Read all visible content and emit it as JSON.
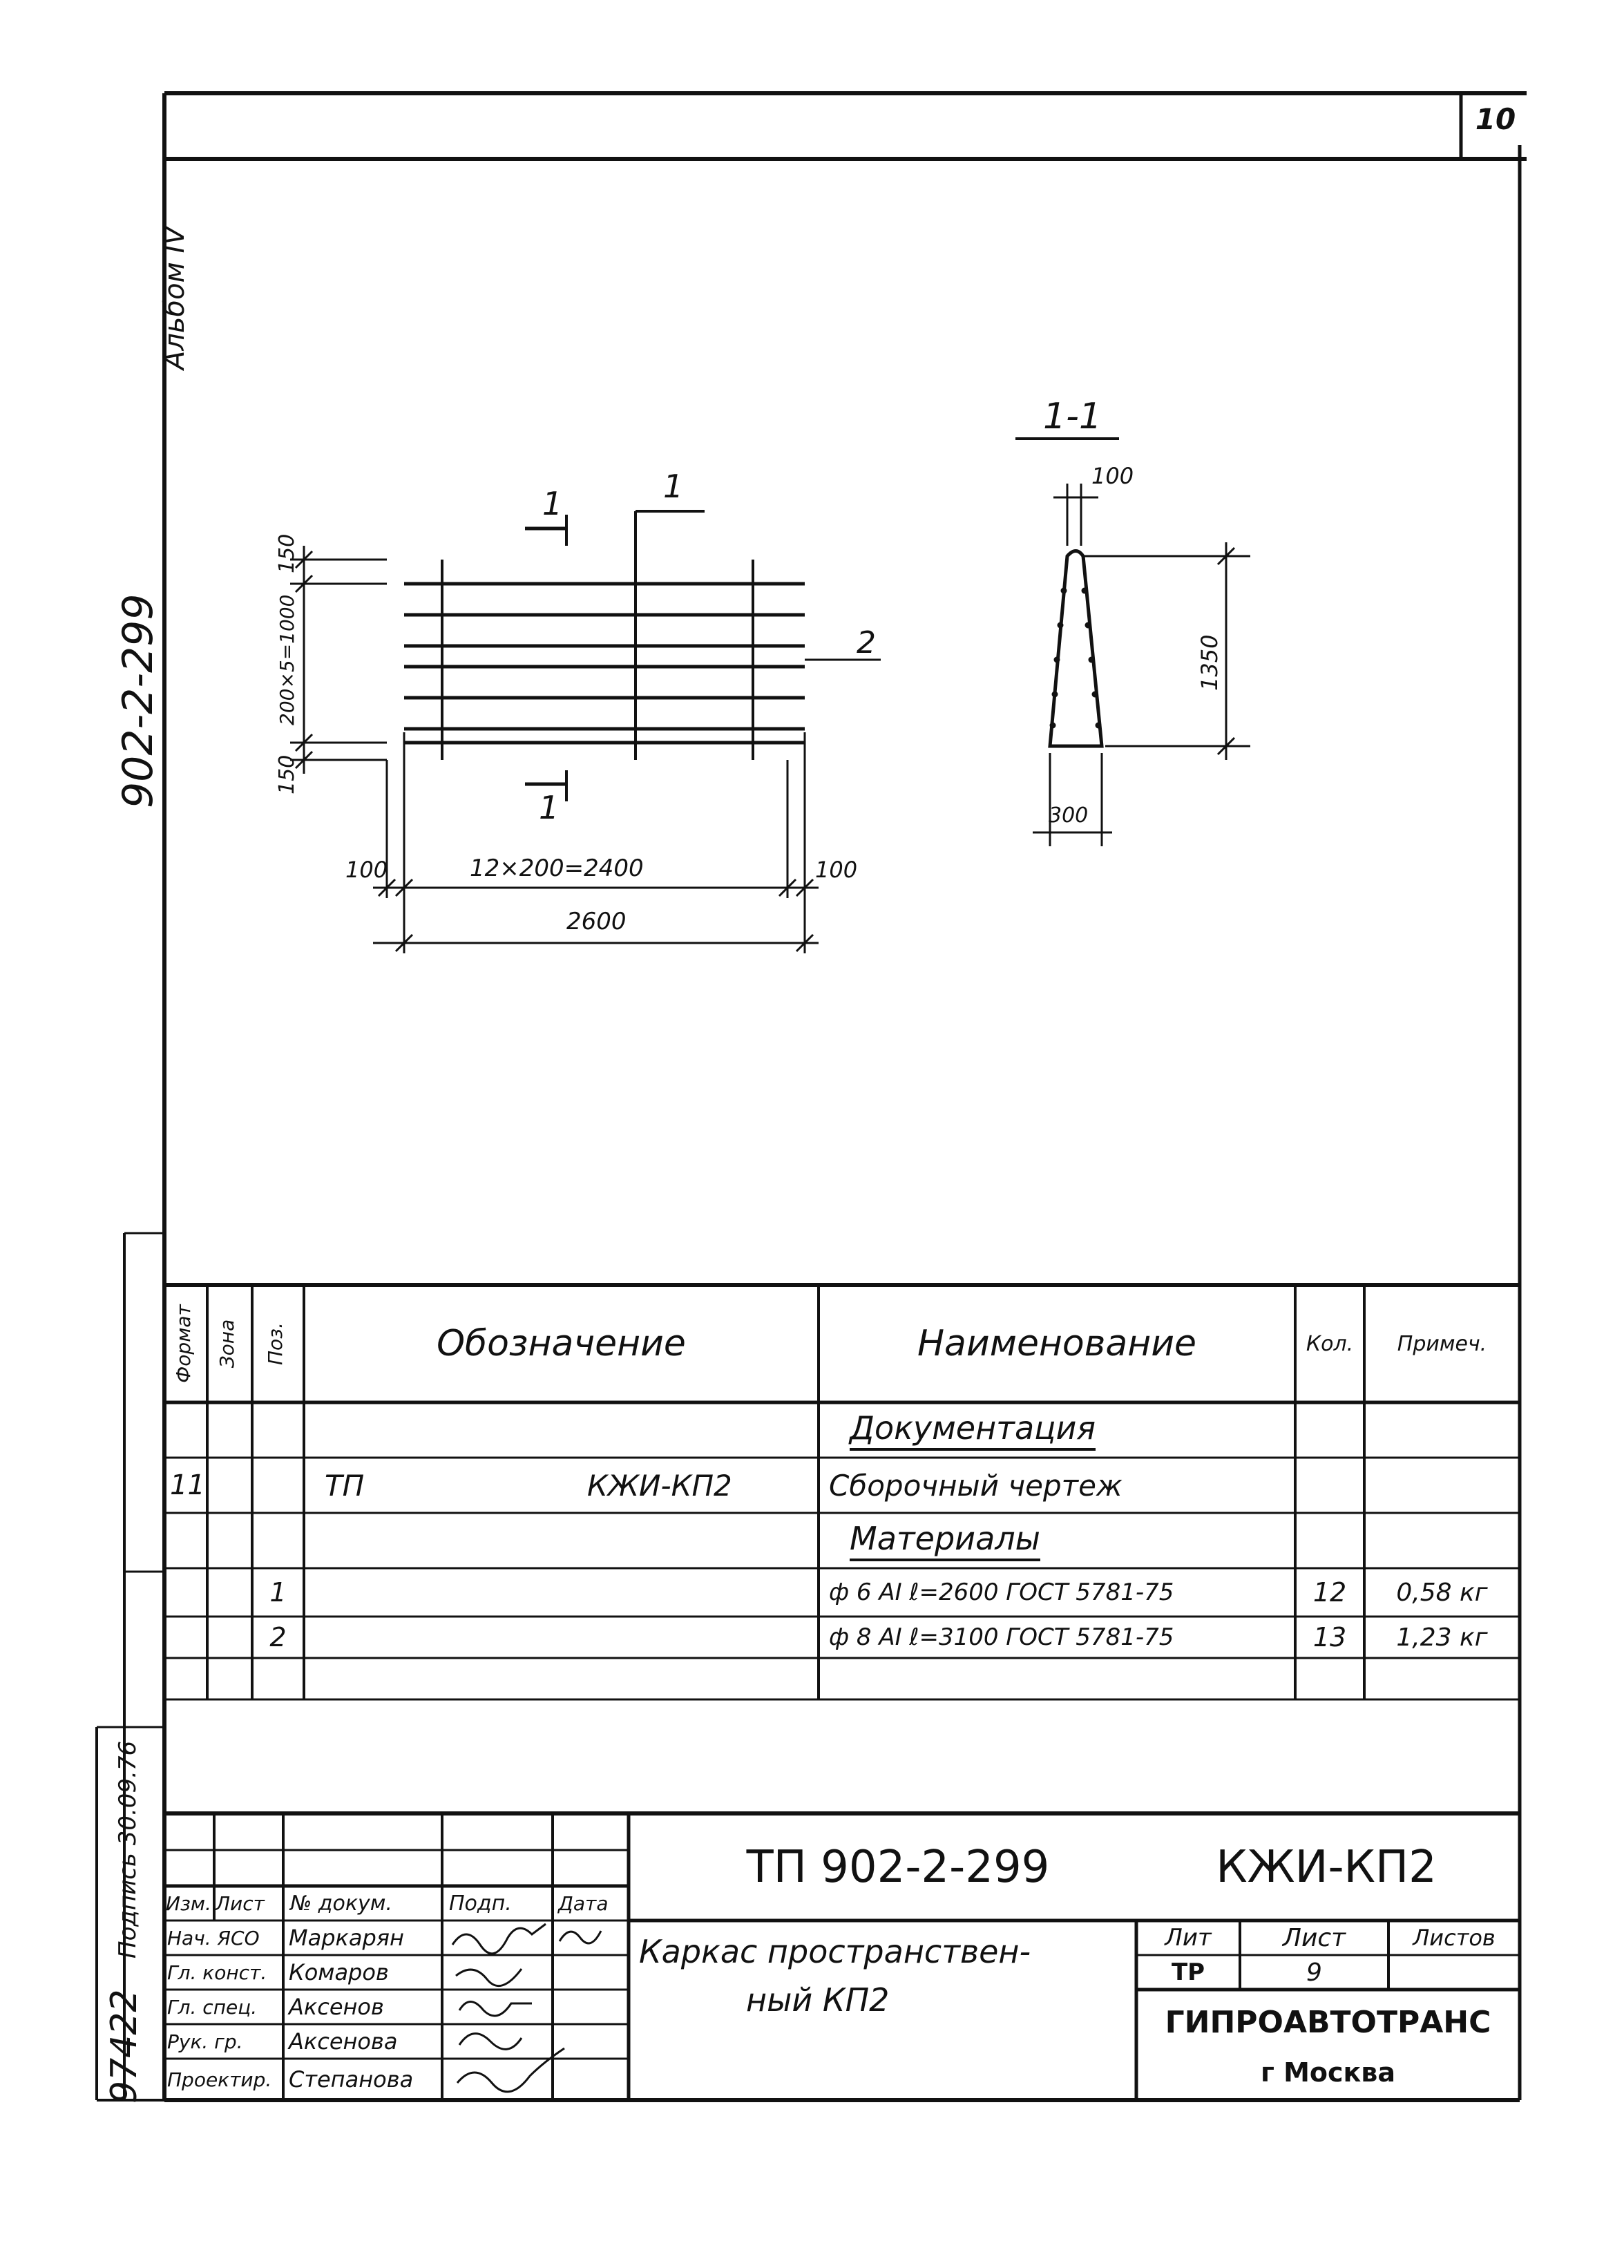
{
  "sheet": {
    "page_number": "10",
    "album_label": "Альбом IV",
    "project_code_vertical": "902-2-299",
    "inventory_number": "97422",
    "sign_date": "Подпись 30.09.76"
  },
  "drawing": {
    "section_title": "1-1",
    "section_mark_left": "1",
    "section_mark_top": "1",
    "section_mark_bottom": "1",
    "position_mark": "2",
    "dim_top": "150",
    "dim_vertical": "200×5=1000",
    "dim_bottom": "150",
    "dim_left": "100",
    "dim_middle": "12×200=2400",
    "dim_right": "100",
    "dim_total": "2600",
    "sec_dim_top": "100",
    "sec_dim_height": "1350",
    "sec_dim_bottom": "300"
  },
  "spec": {
    "headers": {
      "format": "Формат",
      "zone": "Зона",
      "pos": "Поз.",
      "designation": "Обозначение",
      "name": "Наименование",
      "qty": "Кол.",
      "note": "Примеч."
    },
    "section_docs": "Документация",
    "row_doc": {
      "format": "11",
      "designation_left": "ТП",
      "designation_right": "КЖИ-КП2",
      "name": "Сборочный чертеж"
    },
    "section_materials": "Материалы",
    "rows": [
      {
        "pos": "1",
        "name": "ф 6 АI  ℓ=2600  ГОСТ 5781-75",
        "qty": "12",
        "note": "0,58 кг"
      },
      {
        "pos": "2",
        "name": "ф 8 АI  ℓ=3100  ГОСТ 5781-75",
        "qty": "13",
        "note": "1,23 кг"
      }
    ]
  },
  "title_block": {
    "code": "ТП  902-2-299",
    "mark": "КЖИ-КП2",
    "col_headers": {
      "izm": "Изм.",
      "list": "Лист",
      "doc": "№ докум.",
      "sign": "Подп.",
      "date": "Дата"
    },
    "people": [
      {
        "role": "Нач. ЯСО",
        "name": "Маркарян"
      },
      {
        "role": "Гл. конст.",
        "name": "Комаров"
      },
      {
        "role": "Гл. спец.",
        "name": "Аксенов"
      },
      {
        "role": "Рук. гр.",
        "name": "Аксенова"
      },
      {
        "role": "Проектир.",
        "name": "Степанова"
      }
    ],
    "title_line1": "Каркас пространствен-",
    "title_line2": "ный КП2",
    "lit_label": "Лит",
    "sheet_label": "Лист",
    "sheets_label": "Листов",
    "lit_value": "ТР",
    "sheet_value": "9",
    "org": "ГИПРОАВТОТРАНС",
    "city": "г Москва"
  }
}
